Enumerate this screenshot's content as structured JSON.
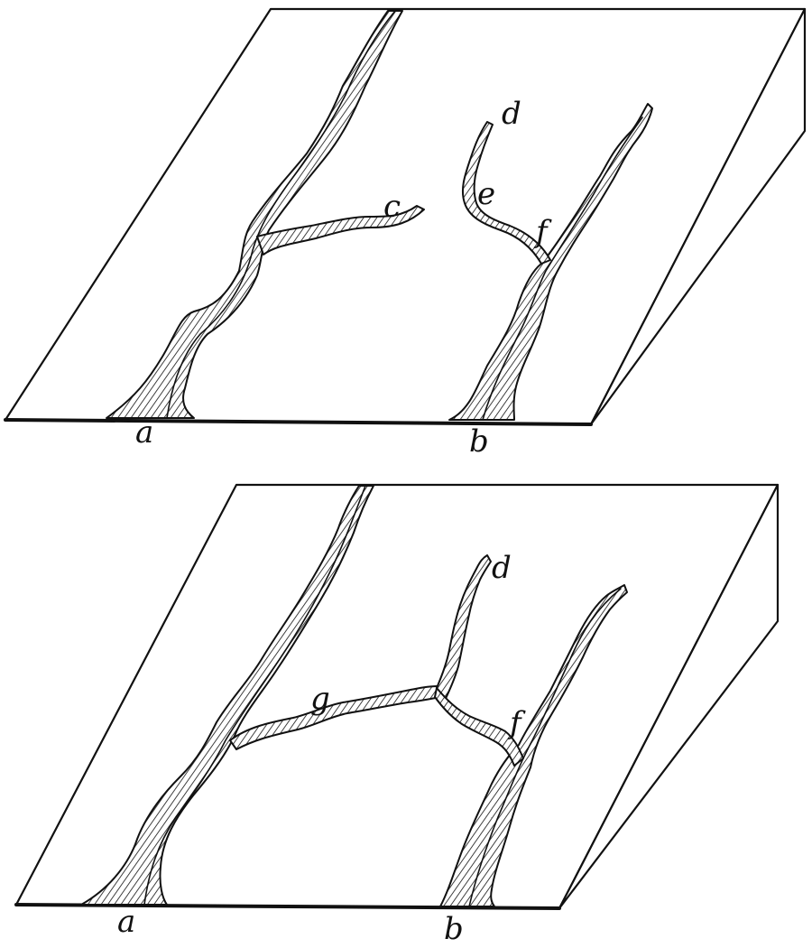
{
  "figure": {
    "panels": [
      {
        "id": "upper",
        "labels": {
          "a": "a",
          "b": "b",
          "c": "c",
          "d": "d",
          "e": "e",
          "f": "f"
        }
      },
      {
        "id": "lower",
        "labels": {
          "a": "a",
          "b": "b",
          "d": "d",
          "f": "f",
          "g": "g"
        }
      }
    ],
    "colors": {
      "ink": "#111111",
      "paper": "#ffffff"
    }
  }
}
